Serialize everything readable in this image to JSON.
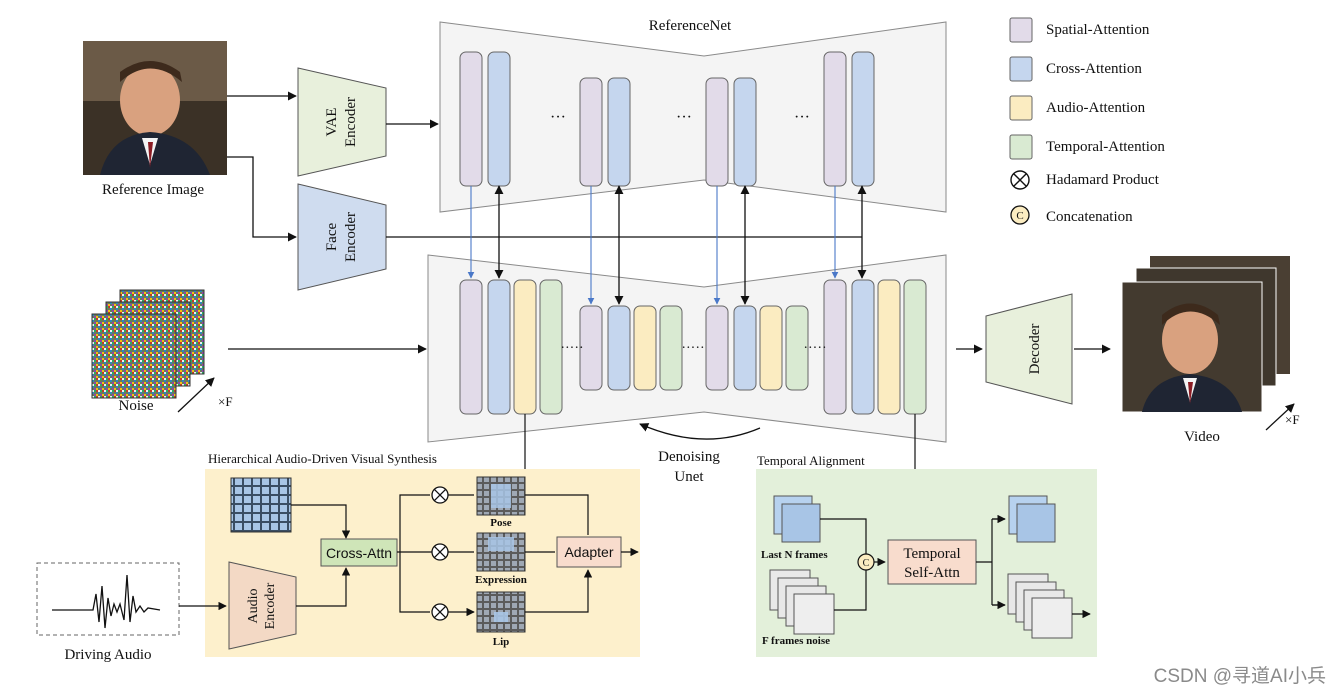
{
  "labels": {
    "reference_image": "Reference Image",
    "vae_encoder_line1": "VAE",
    "vae_encoder_line2": "Encoder",
    "face_encoder_line1": "Face",
    "face_encoder_line2": "Encoder",
    "referencenet": "ReferenceNet",
    "noise": "Noise",
    "times_f": "×F",
    "decoder": "Decoder",
    "video": "Video",
    "times_f_video": "×F",
    "denoising_line1": "Denoising",
    "denoising_line2": "Unet",
    "ellipsis": "···",
    "ellipsis_dots": "·····"
  },
  "legend": [
    {
      "label": "Spatial-Attention",
      "color": "#e2dbe9",
      "kind": "box"
    },
    {
      "label": "Cross-Attention",
      "color": "#c5d6ee",
      "kind": "box"
    },
    {
      "label": "Audio-Attention",
      "color": "#fbecc1",
      "kind": "box"
    },
    {
      "label": "Temporal-Attention",
      "color": "#d9ead2",
      "kind": "box"
    },
    {
      "label": "Hadamard Product",
      "kind": "otimes"
    },
    {
      "label": "Concatenation",
      "kind": "concat",
      "symbol": "C"
    }
  ],
  "hierarchical": {
    "title": "Hierarchical Audio-Driven Visual Synthesis",
    "cross_attn": "Cross-Attn",
    "adapter": "Adapter",
    "pose": "Pose",
    "expression": "Expression",
    "lip": "Lip",
    "audio_encoder_line1": "Audio",
    "audio_encoder_line2": "Encoder",
    "driving_audio": "Driving Audio"
  },
  "temporal": {
    "title": "Temporal Alignment",
    "last_n_frames": "Last N frames",
    "f_frames_noise": "F frames noise",
    "self_attn_line1": "Temporal",
    "self_attn_line2": "Self-Attn",
    "concat_symbol": "C"
  },
  "watermark": "CSDN @寻道AI小兵",
  "colors": {
    "spatial": "#e2dbe9",
    "cross": "#c5d6ee",
    "audio": "#fbecc1",
    "temporal": "#d9ead2",
    "encoder_green": "#e8f0dc",
    "encoder_blue": "#cfdcef",
    "panel_gray": "#f4f4f4",
    "hier_bg": "#fdf0cc",
    "temporal_bg": "#e3f0da",
    "cross_attn_box": "#cfe5b8",
    "adapter_box": "#f8dccd",
    "audio_enc": "#f3d9c5"
  }
}
